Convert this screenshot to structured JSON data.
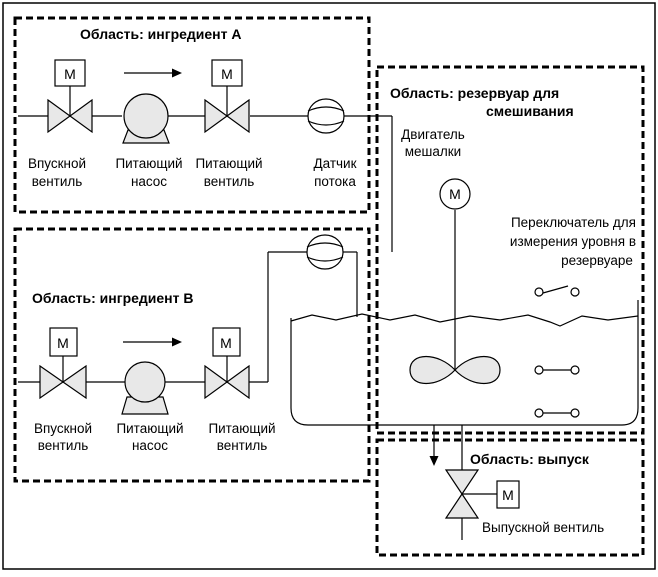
{
  "areas": {
    "a_title": "Область: ингредиент A",
    "b_title": "Область: ингредиент B",
    "tank_title_1": "Область: резервуар для",
    "tank_title_2": "смешивания",
    "outlet_title": "Область: выпуск"
  },
  "motor_letter": "M",
  "labels": {
    "a_inlet_1": "Впускной",
    "a_inlet_2": "вентиль",
    "a_pump_1": "Питающий",
    "a_pump_2": "насос",
    "a_feed_1": "Питающий",
    "a_feed_2": "вентиль",
    "a_flow_1": "Датчик",
    "a_flow_2": "потока",
    "b_inlet_1": "Впускной",
    "b_inlet_2": "вентиль",
    "b_pump_1": "Питающий",
    "b_pump_2": "насос",
    "b_feed_1": "Питающий",
    "b_feed_2": "вентиль",
    "mixer_1": "Двигатель",
    "mixer_2": "мешалки",
    "level_1": "Переключатель для",
    "level_2": "измерения уровня в",
    "level_3": "резервуаре",
    "outlet_valve": "Выпускной вентиль"
  }
}
